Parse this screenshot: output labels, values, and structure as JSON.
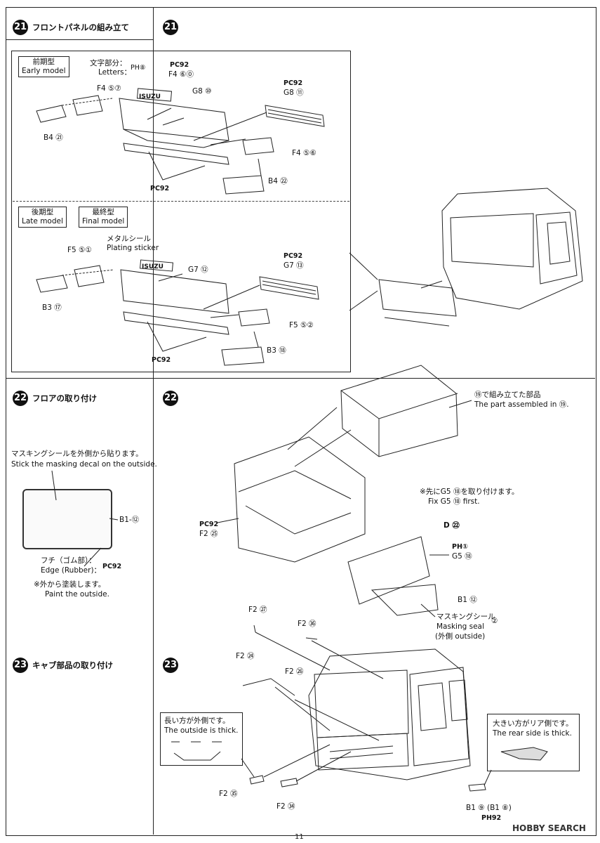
{
  "step21": {
    "number": "21",
    "title": "フロントパネルの組み立て",
    "early_tag": [
      "前期型",
      "Early model"
    ],
    "late_tag": [
      "後期型",
      "Late model"
    ],
    "final_tag": [
      "最終型",
      "Final model"
    ],
    "letters_jp": "文字部分：",
    "letters_en": "Letters：",
    "letters_paint": "PH⑧",
    "early": {
      "pc92_top": "PC92",
      "f4_60": "F4 ⑥⓪",
      "f4_57": "F4 ⑤⑦",
      "g8_10": "G8 ⑩",
      "pc92_right": "PC92",
      "g8_11": "G8 ⑪",
      "b4_21": "B4 ㉑",
      "f4_56": "F4 ⑤⑥",
      "pc92_bottom": "PC92",
      "b4_22": "B4 ㉒",
      "logo": "ISUZU"
    },
    "late": {
      "sticker_jp": "メタルシール",
      "sticker_en": "Plating sticker",
      "f5_51": "F5 ⑤①",
      "pc92_right": "PC92",
      "g7_12": "G7 ⑫",
      "g7_13": "G7 ⑬",
      "b3_17": "B3 ⑰",
      "f5_52": "F5 ⑤②",
      "pc92_bottom": "PC92",
      "b3_18": "B3 ⑱",
      "logo": "ISUZU"
    }
  },
  "step22": {
    "number": "22",
    "title": "フロアの取り付け",
    "mask_jp": "マスキングシールを外側から貼ります。",
    "mask_en": "Stick the masking decal on the outside.",
    "b1_12": "B1-⑫",
    "edge_jp": "フチ（ゴム部）：",
    "edge_en": "Edge (Rubber)：",
    "edge_paint": "PC92",
    "paint_jp": "※外から塗装します。",
    "paint_en": "Paint the outside.",
    "assembled_jp": "⑲で組み立てた部品",
    "assembled_en": "The part assembled in ⑲.",
    "fix_jp": "※先にG5 ⑱を取り付けます。",
    "fix_en": "Fix G5 ⑱ first.",
    "pc92": "PC92",
    "f2_25": "F2 ㉕",
    "d22": "D ㉒",
    "ph1": "PH①",
    "g5_18": "G5 ⑱",
    "b1_12b": "B1 ⑫",
    "mseal_jp": "マスキングシール",
    "mseal_en": "Masking seal",
    "mseal_ref": "②",
    "outside": "(外側 outside)"
  },
  "step23": {
    "number": "23",
    "title": "キャブ部品の取り付け",
    "f2_37": "F2 ㉗",
    "f2_36": "F2 ㊱",
    "f2_24": "F2 ㉔",
    "f2_26": "F2 ㉖",
    "long_jp": "長い方が外側です。",
    "long_en": "The outside is thick.",
    "big_jp": "大きい方がリア側です。",
    "big_en": "The rear side is thick.",
    "f2_35": "F2 ㉟",
    "f2_34": "F2 ㉞",
    "b1_9": "B1 ⑨ (B1 ⑧)",
    "ph92": "PH92"
  },
  "page_number": "11",
  "watermark": "HOBBY SEARCH"
}
